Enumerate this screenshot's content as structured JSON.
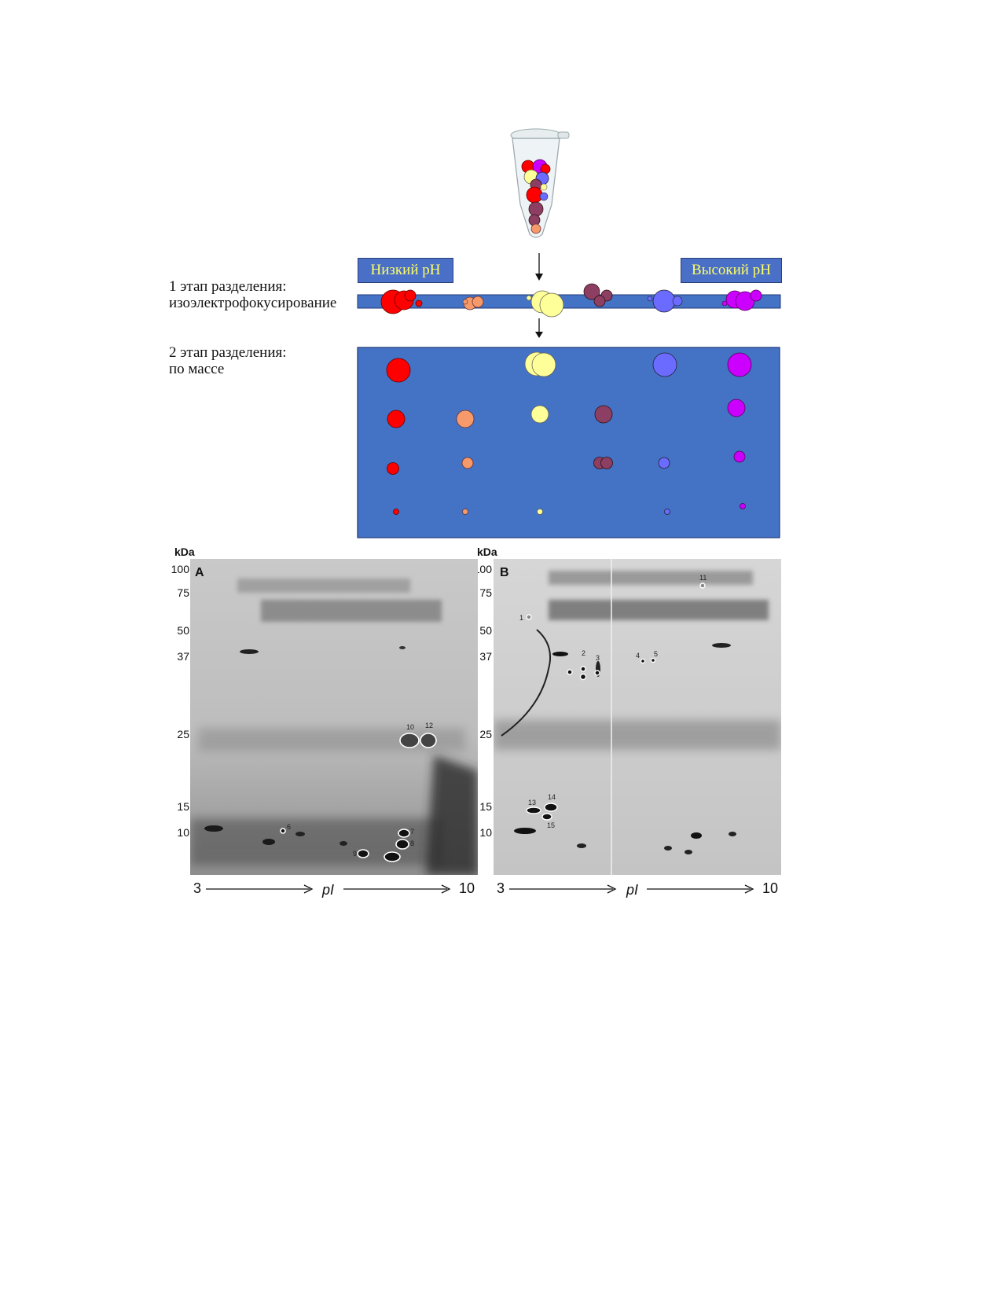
{
  "diagram": {
    "stage1_label_line1": "1 этап разделения:",
    "stage1_label_line2": "изоэлектрофокусирование",
    "stage2_label_line1": "2 этап разделения:",
    "stage2_label_line2": "по массе",
    "low_ph": "Низкий pH",
    "high_ph": "Высокий pH",
    "colors": {
      "gel_blue": "#4472c4",
      "label_yellow": "#ffff66",
      "red": "#ff0000",
      "orange": "#f79a6b",
      "yellow": "#ffff99",
      "mauve": "#8c3f63",
      "blue": "#6b6bff",
      "magenta": "#cc00ff"
    }
  },
  "gels": {
    "kda_label": "kDa",
    "panel_a_letter": "A",
    "panel_b_letter": "B",
    "kda_ticks": [
      "100",
      "75",
      "50",
      "37",
      "25",
      "15",
      "10"
    ],
    "axis_start": "3",
    "axis_mid": "pI",
    "axis_end": "10",
    "panel_a_spot_numbers": [
      "6",
      "7",
      "8",
      "9",
      "10",
      "12"
    ],
    "panel_b_spot_numbers": [
      "1",
      "2",
      "3",
      "4",
      "5",
      "11",
      "13",
      "14",
      "15"
    ]
  }
}
